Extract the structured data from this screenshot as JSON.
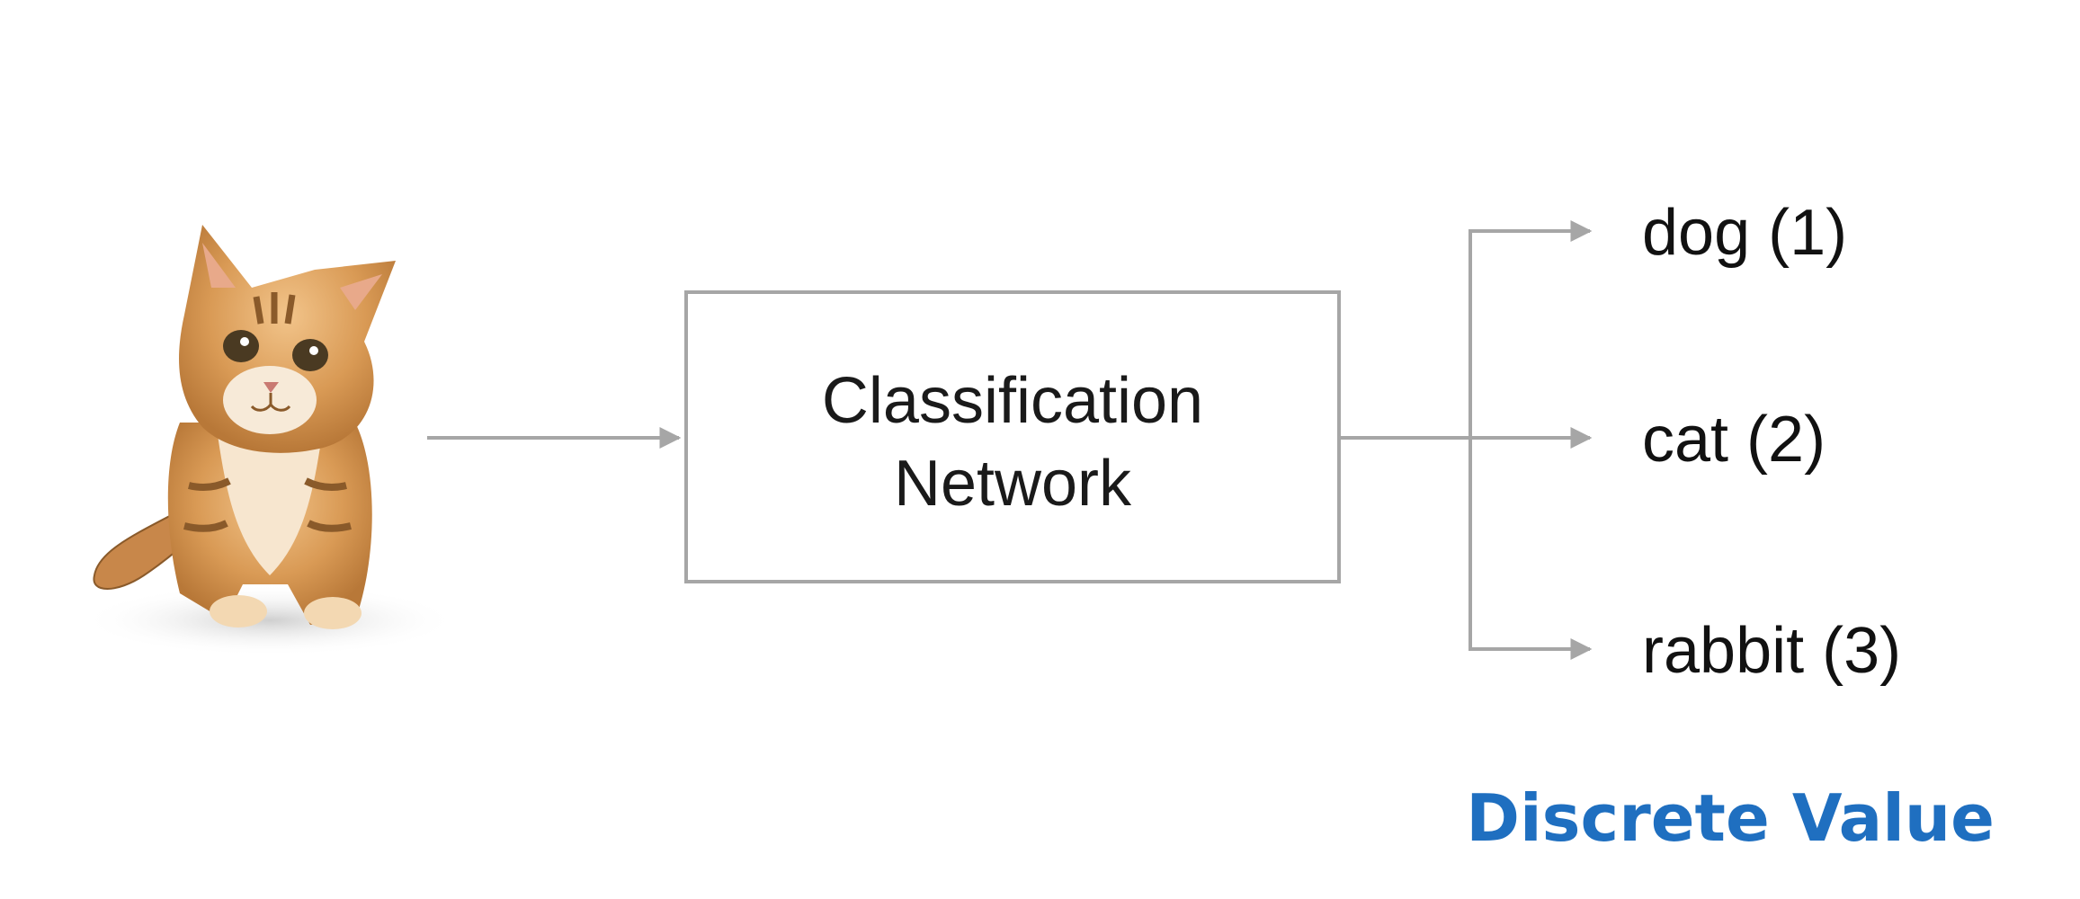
{
  "network": {
    "line1": "Classification",
    "line2": "Network"
  },
  "outputs": [
    {
      "label": "dog (1)"
    },
    {
      "label": "cat (2)"
    },
    {
      "label": "rabbit (3)"
    }
  ],
  "caption": {
    "text": "Discrete Value",
    "color": "#1f6fc0"
  },
  "colors": {
    "arrow": "#a6a6a6",
    "box_border": "#a6a6a6"
  },
  "input_image": {
    "icon": "kitten-photo"
  }
}
